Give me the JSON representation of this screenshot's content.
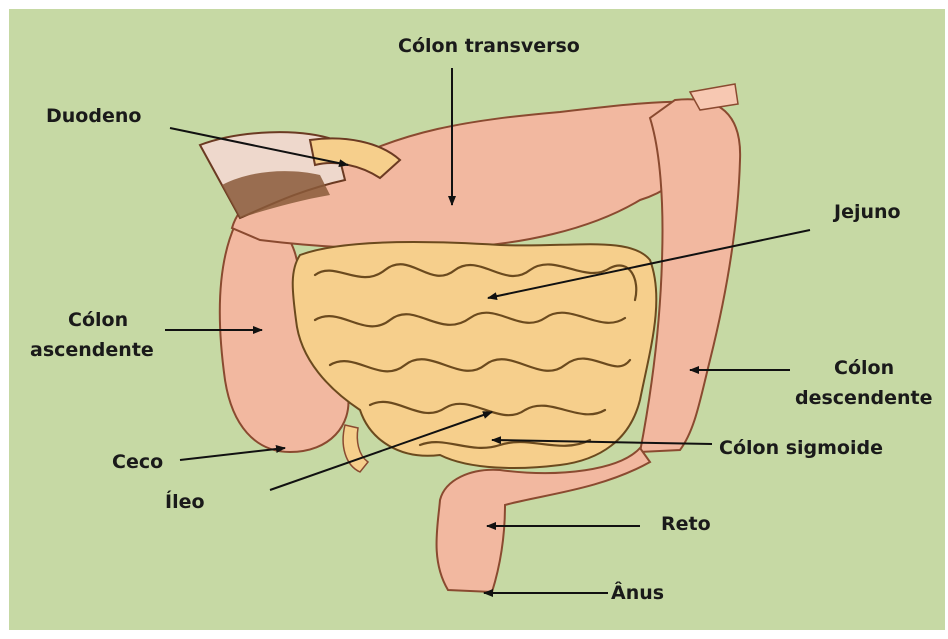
{
  "diagram": {
    "background_color": "#c6d9a4",
    "intestine_color": "#f6cf8c",
    "colon_color": "#f2b8a0",
    "labels": {
      "colon_transverso": "Cólon transverso",
      "duodeno": "Duodeno",
      "jejuno": "Jejuno",
      "colon_ascendente_1": "Cólon",
      "colon_ascendente_2": "ascendente",
      "colon_descendente_1": "Cólon",
      "colon_descendente_2": "descendente",
      "ceco": "Ceco",
      "colon_sigmoide": "Cólon sigmoide",
      "ileo": "Íleo",
      "reto": "Reto",
      "anus": "Ânus"
    }
  }
}
